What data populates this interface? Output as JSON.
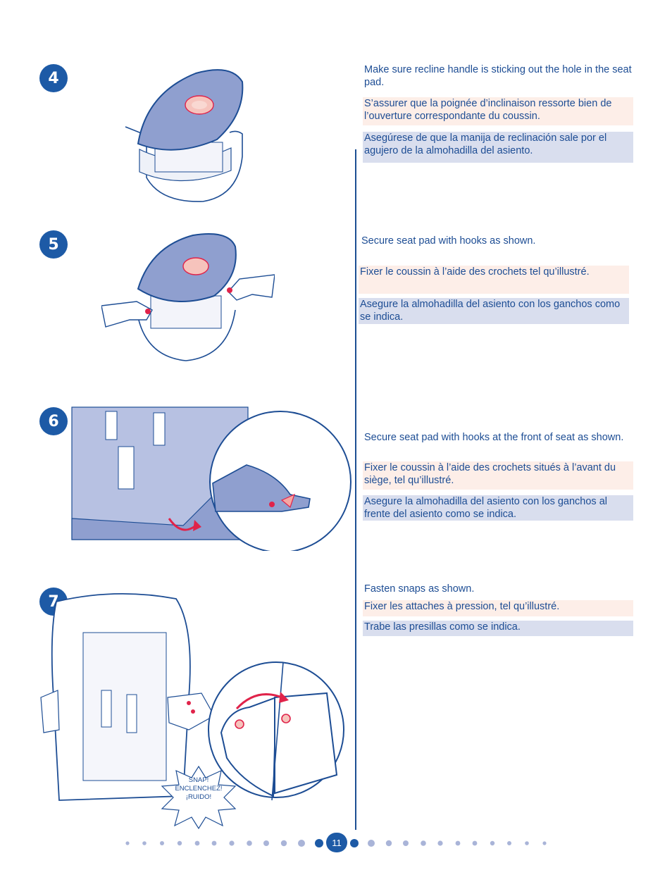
{
  "steps": [
    {
      "number": "4",
      "en": "Make sure recline handle is sticking out the hole in the seat pad.",
      "fr": "S’assurer que la poignée d’inclinaison ressorte bien de l’ouverture correspondante du coussin.",
      "es": "Asegúrese de que la manija de reclinación sale por el agujero de la almohadilla del asiento."
    },
    {
      "number": "5",
      "en": "Secure seat pad with hooks as shown.",
      "fr": "Fixer le coussin à l’aide des crochets tel qu’illustré.",
      "es": "Asegure la almohadilla del asiento con los ganchos como se indica."
    },
    {
      "number": "6",
      "en": "Secure seat pad with hooks at the front of seat as shown.",
      "fr": "Fixer le coussin à l’aide des crochets situés à l’avant du siège, tel qu’illustré.",
      "es": "Asegure la almohadilla del asiento con los ganchos al frente del asiento como se indica."
    },
    {
      "number": "7",
      "en": "Fasten snaps as shown.",
      "fr": "Fixer les attaches à pression, tel qu’illustré.",
      "es": "Trabe las presillas como se indica."
    }
  ],
  "snap_label": {
    "line1": "SNAP!",
    "line2": "ENCLENCHEZ!",
    "line3": "¡RUIDO!"
  },
  "page_number": "11",
  "colors": {
    "accent_blue": "#1d5aa6",
    "text_blue": "#1d4d94",
    "french_bg": "#fdeee8",
    "spanish_bg": "#d9deee",
    "highlight_red": "#e0234a"
  }
}
